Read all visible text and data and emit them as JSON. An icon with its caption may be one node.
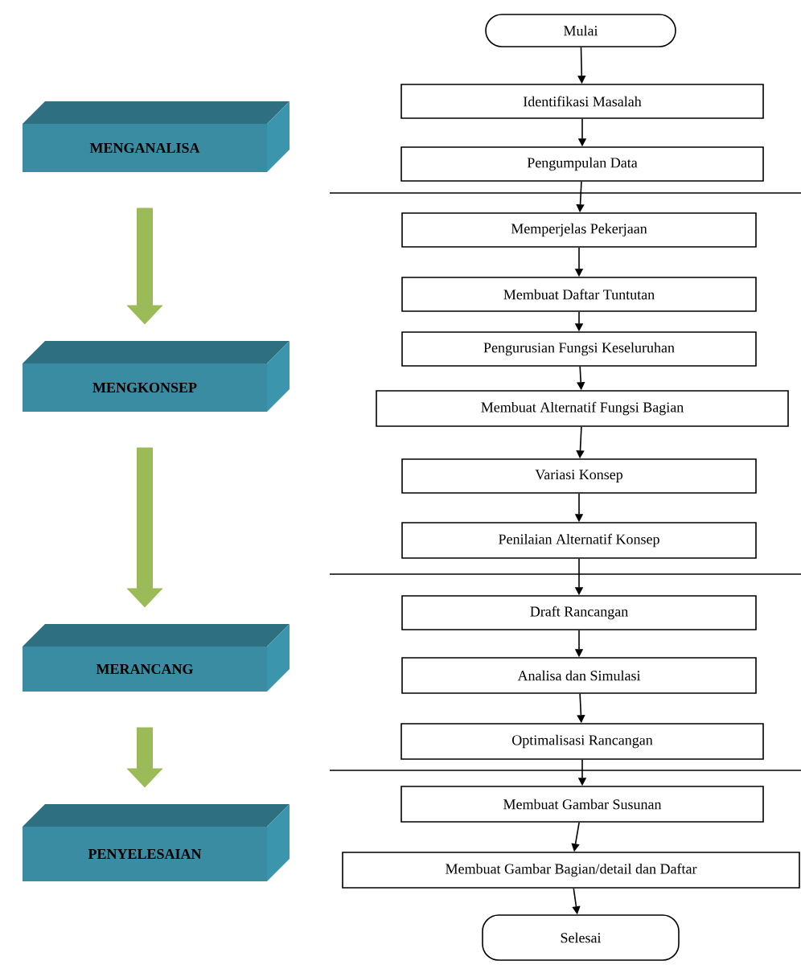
{
  "diagram": {
    "nodes": [
      {
        "text": [
          "Mulai"
        ]
      },
      {
        "text": [
          "Identifikasi Masalah"
        ]
      },
      {
        "text": [
          "Pengumpulan Data"
        ]
      },
      {
        "text": [
          "Memperjelas Pekerjaan"
        ]
      },
      {
        "text": [
          "Membuat Daftar Tuntutan"
        ]
      },
      {
        "text": [
          "Pengurusian Fungsi Keseluruhan"
        ]
      },
      {
        "text": [
          "Membuat Alternatif Fungsi Bagian"
        ]
      },
      {
        "text": [
          "Variasi Konsep"
        ]
      },
      {
        "text": [
          "Penilaian Alternatif Konsep"
        ]
      },
      {
        "text": [
          "Draft Rancangan"
        ]
      },
      {
        "text": [
          "Analisa dan Simulasi"
        ]
      },
      {
        "text": [
          "Optimalisasi Rancangan"
        ]
      },
      {
        "text": [
          "Membuat Gambar Susunan"
        ]
      },
      {
        "text": [
          "Membuat Gambar Bagian/detail dan Daftar"
        ]
      },
      {
        "text": [
          "Selesai"
        ]
      },
      {
        "text": [
          "MENGANALISA"
        ]
      },
      {
        "text": [
          "MENGKONSEP"
        ]
      },
      {
        "text": [
          "MERANCANG"
        ]
      },
      {
        "text": [
          "PENYELESAIAN"
        ]
      }
    ],
    "edges": [
      {
        "from": 0,
        "to": 1,
        "arrow": "to"
      },
      {
        "from": 1,
        "to": 2,
        "arrow": "to"
      },
      {
        "from": 2,
        "to": 3,
        "arrow": "to"
      },
      {
        "from": 3,
        "to": 4,
        "arrow": "to"
      },
      {
        "from": 4,
        "to": 5,
        "arrow": "to"
      },
      {
        "from": 5,
        "to": 6,
        "arrow": "to"
      },
      {
        "from": 6,
        "to": 7,
        "arrow": "to"
      },
      {
        "from": 7,
        "to": 8,
        "arrow": "to"
      },
      {
        "from": 8,
        "to": 9,
        "arrow": "to"
      },
      {
        "from": 9,
        "to": 10,
        "arrow": "to"
      },
      {
        "from": 10,
        "to": 11,
        "arrow": "to"
      },
      {
        "from": 11,
        "to": 12,
        "arrow": "to"
      },
      {
        "from": 12,
        "to": 13,
        "arrow": "to"
      },
      {
        "from": 13,
        "to": 14,
        "arrow": "to"
      },
      {
        "from": 15,
        "to": 16,
        "arrow": "to",
        "style": "thick",
        "color": "#9bbb59"
      },
      {
        "from": 16,
        "to": 17,
        "arrow": "to",
        "style": "thick",
        "color": "#9bbb59"
      },
      {
        "from": 17,
        "to": 18,
        "arrow": "to",
        "style": "thick",
        "color": "#9bbb59"
      }
    ]
  }
}
